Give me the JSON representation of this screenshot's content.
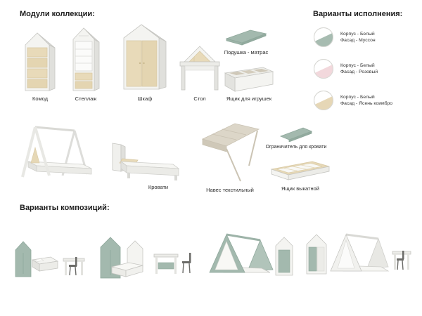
{
  "titles": {
    "modules": "Модули коллекции:",
    "variants": "Варианты исполнения:",
    "compositions": "Варианты композиций:"
  },
  "modules": [
    "Комод",
    "Стеллаж",
    "Шкаф",
    "Стол",
    "Подушка - матрас",
    "Ящик для игрушек",
    "Кровати",
    "Навес текстильный",
    "Ограничитель для кровати",
    "Ящик выкатной"
  ],
  "variants": [
    {
      "body": "Корпус - Белый",
      "facade": "Фасад - Муссон",
      "color": "#a7bcb1"
    },
    {
      "body": "Корпус - Белый",
      "facade": "Фасад - Розовый",
      "color": "#f2d8dc"
    },
    {
      "body": "Корпус - Белый",
      "facade": "Фасад - Ясень коимбро",
      "color": "#e6d7b6"
    }
  ],
  "palette": {
    "body_white": "#f4f4f1",
    "wood_ash": "#e6d8b6",
    "green_musson": "#a3b9ae",
    "pink": "#f2d8dc",
    "fabric_beige": "#dcd6c8",
    "outline": "#c6c6c2"
  }
}
